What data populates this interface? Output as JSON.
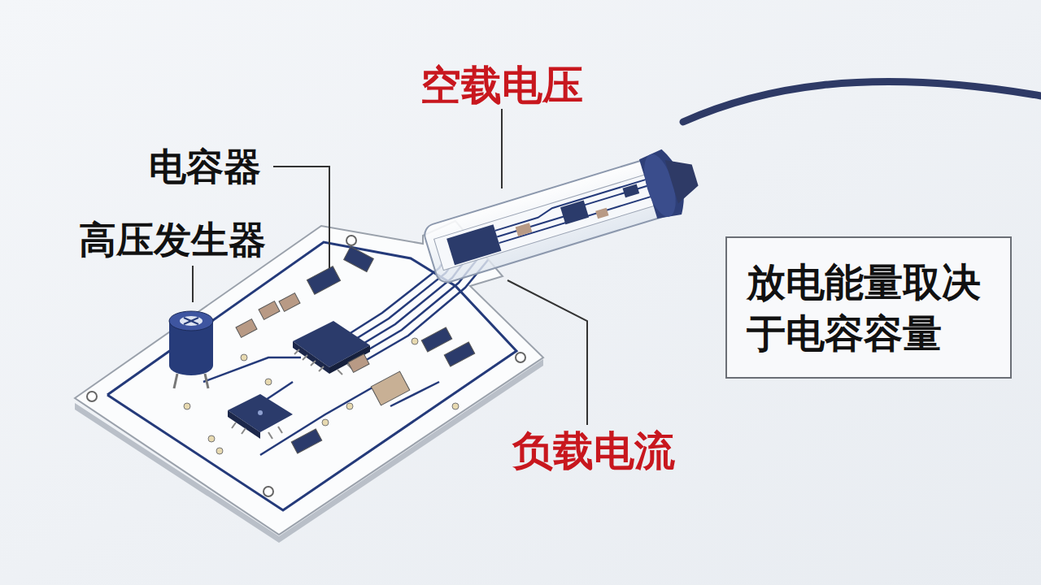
{
  "diagram": {
    "nodes": [
      {
        "text": [
          "放电能量取决于电容容量"
        ]
      }
    ],
    "labels": [
      "空载电压",
      "电容器",
      "高压发生器",
      "负载电流"
    ]
  }
}
